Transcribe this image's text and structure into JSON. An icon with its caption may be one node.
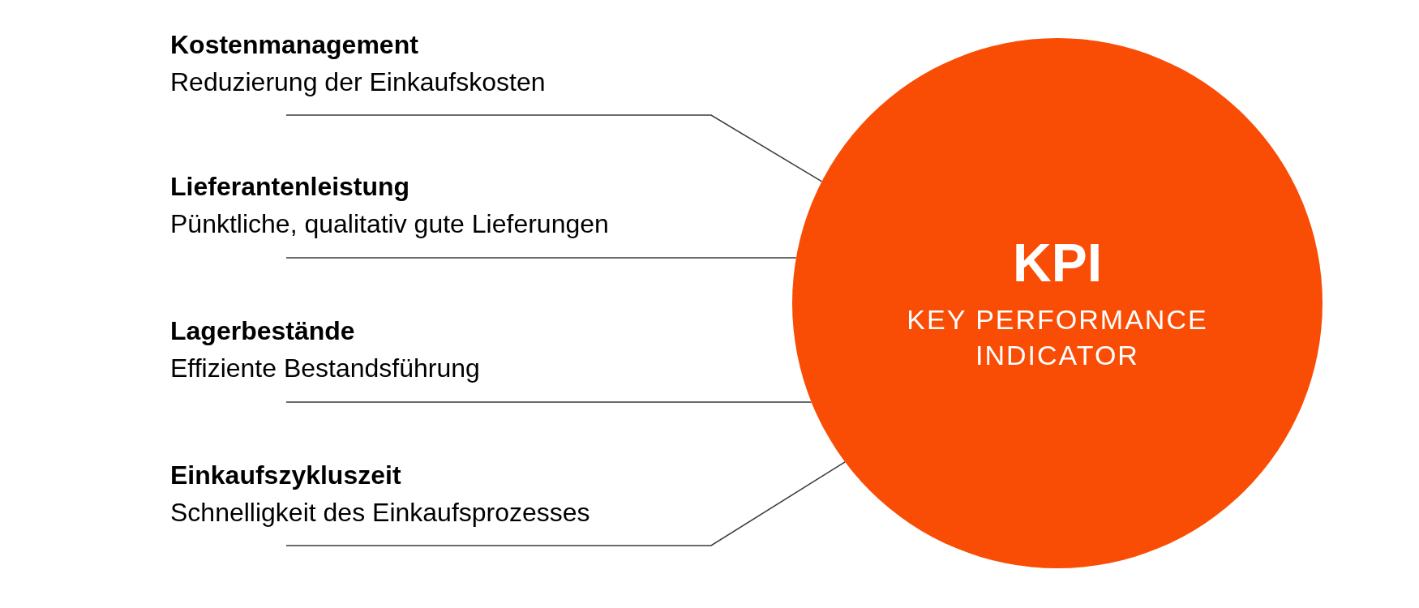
{
  "diagram": {
    "nodes": [
      {
        "text": [
          "KPI",
          "KEY PERFORMANCE INDICATOR"
        ]
      },
      {
        "text": [
          "Kostenmanagement",
          "Reduzierung der Einkaufskosten"
        ]
      },
      {
        "text": [
          "Lieferantenleistung",
          "Pünktliche, qualitativ gute Lieferungen"
        ]
      },
      {
        "text": [
          "Lagerbestände",
          "Effiziente Bestandsführung"
        ]
      },
      {
        "text": [
          "Einkaufszykluszeit",
          "Schnelligkeit des Einkaufsprozesses"
        ]
      }
    ],
    "edges": [
      {
        "from": 1,
        "to": 0,
        "arrow": "none"
      },
      {
        "from": 2,
        "to": 0,
        "arrow": "none"
      },
      {
        "from": 3,
        "to": 0,
        "arrow": "none"
      },
      {
        "from": 4,
        "to": 0,
        "arrow": "none"
      }
    ]
  }
}
